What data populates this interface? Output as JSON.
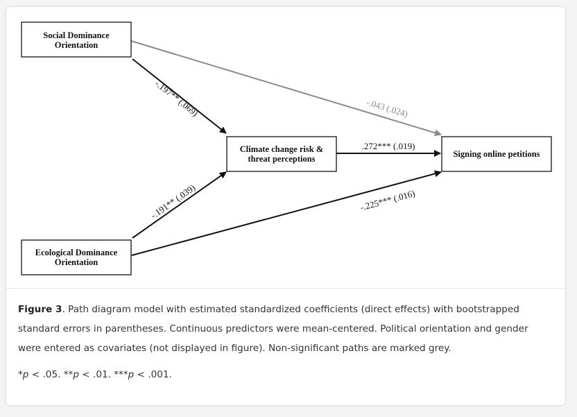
{
  "diagram": {
    "nodes": {
      "sdo": [
        "Social Dominance",
        "Orientation"
      ],
      "edo": [
        "Ecological Dominance",
        "Orientation"
      ],
      "climate": [
        "Climate change risk &",
        "threat perceptions"
      ],
      "petitions": [
        "Signing online petitions"
      ]
    },
    "paths": {
      "sdo_climate": "-.197** (.069)",
      "edo_climate": "-.191** (.039)",
      "sdo_petitions": "-.043 (.024)",
      "climate_petitions": ".272*** (.019)",
      "edo_petitions": "-.225*** (.016)"
    },
    "colors": {
      "significant": "#111111",
      "nonsignificant": "#8a8a8a"
    }
  },
  "caption": {
    "label": "Figure 3",
    "text": ". Path diagram model with estimated standardized coefficients (direct effects) with bootstrapped standard errors in parentheses. Continuous predictors were mean-centered. Political orientation and gender were entered as covariates (not displayed in figure). Non-significant paths are marked grey."
  },
  "footnote": {
    "p": "p",
    "t1": "*",
    "t2": " < .05. **",
    "t3": " < .01. ***",
    "t4": " < .001."
  }
}
